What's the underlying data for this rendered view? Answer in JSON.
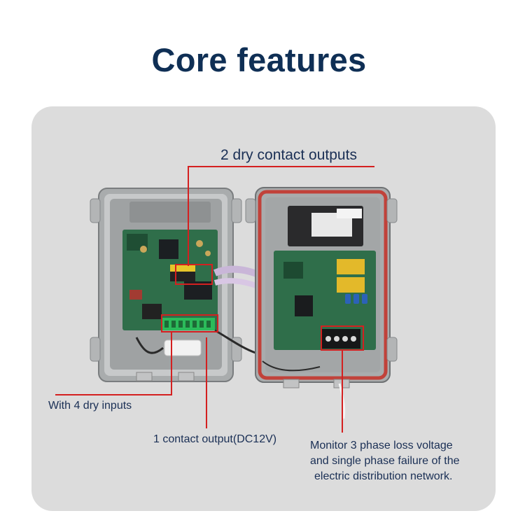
{
  "title": "Core features",
  "labels": {
    "dry_outputs": "2  dry contact outputs",
    "dry_inputs": "With 4  dry inputs",
    "contact_output": "1 contact output(DC12V)",
    "monitor_line1": "Monitor 3 phase loss voltage",
    "monitor_line2": "and single phase failure of the",
    "monitor_line3": "electric distribution network."
  },
  "colors": {
    "title": "#0f2f55",
    "panel": "#dcdcdc",
    "callout": "#d42020",
    "text": "#1a2f55",
    "pcb": "#2f6e4a"
  }
}
